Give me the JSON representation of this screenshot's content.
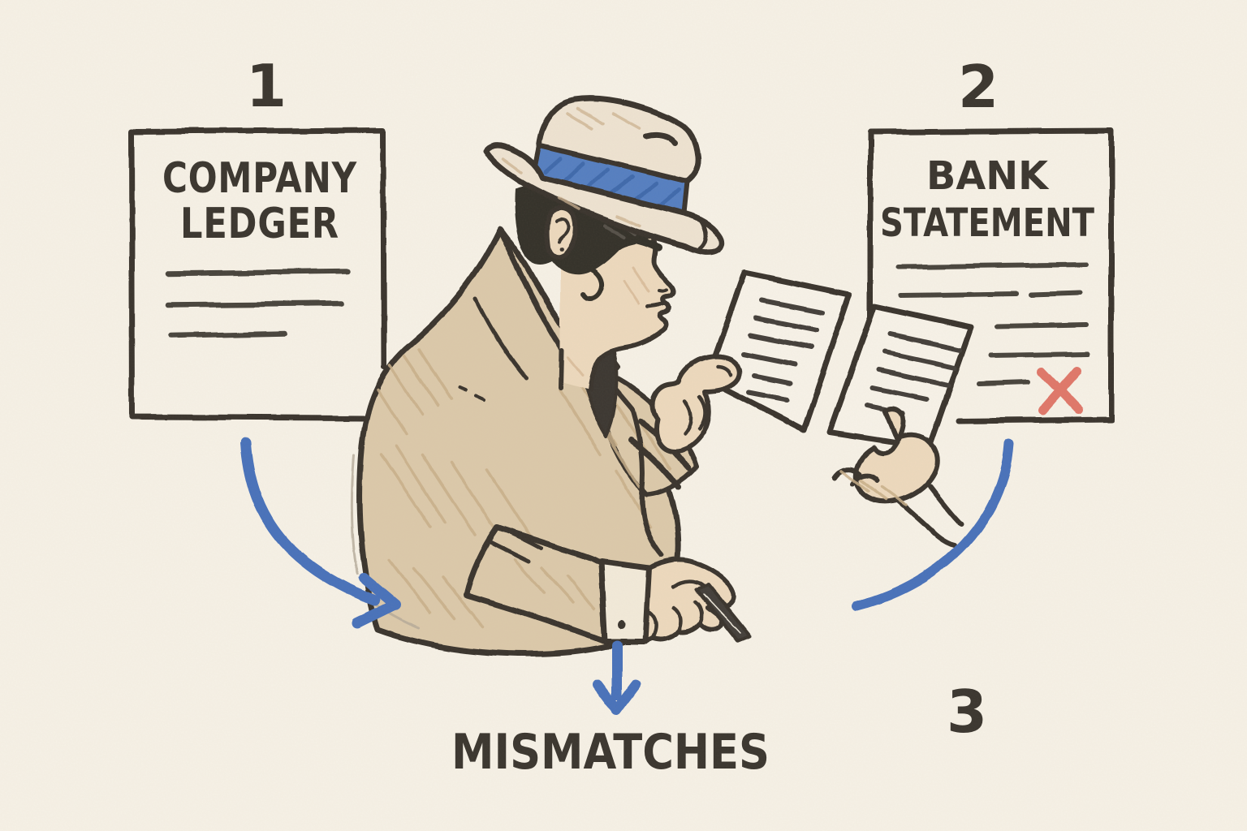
{
  "illustration": {
    "title": "Bank reconciliation detective illustration",
    "background": "#f6f1e6",
    "palette": {
      "ink": "#3b362f",
      "line": "#4a453e",
      "blue": "#4a72ba",
      "band_blue": "#567fc1",
      "red": "#e0786a",
      "coat": "#dcc9aa",
      "hat": "#eee3d1",
      "skin": "#edd9bd",
      "hair": "#35312b",
      "cuff": "#f2ead9",
      "paper": "#f7f2e8"
    }
  },
  "step1": {
    "number": "1",
    "title_line1": "COMPANY",
    "title_line2": "LEDGER"
  },
  "step2": {
    "number": "2",
    "title_line1": "BANK",
    "title_line2": "STATEMENT"
  },
  "step3": {
    "number": "3",
    "label": "MISMATCHES"
  }
}
